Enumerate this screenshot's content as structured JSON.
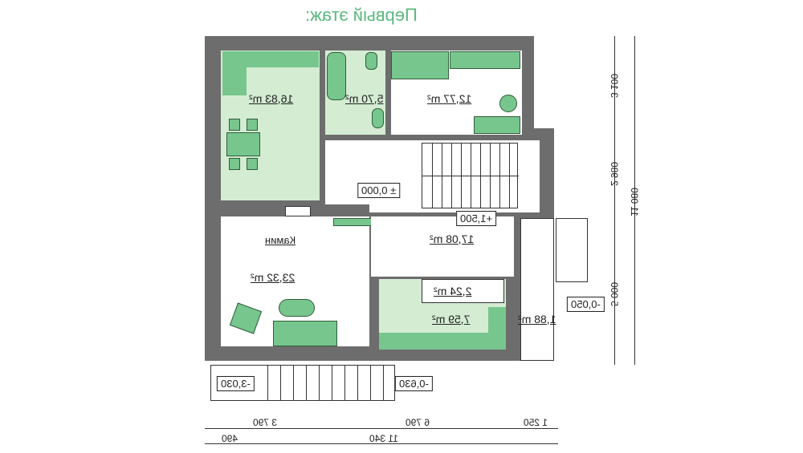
{
  "title": "Первый этаж:",
  "rooms": {
    "kitchen": "16,83 m²",
    "bathroom": "5,70 m²",
    "bedroom": "12,77 m²",
    "living": "23,32 m²",
    "hall": "17,08 m²",
    "closet": "2,24 m²",
    "utility": "7,59 m²",
    "porch": "1,88 m²"
  },
  "fireplace_label": "Камин",
  "levels": {
    "ground": "± 0,000",
    "landing": "+1,500",
    "porch": "-0,050",
    "basement": "-3,030",
    "entry": "-0,630"
  },
  "dims_bottom": {
    "a": "3 790",
    "b": "6 790",
    "c": "1 250",
    "d": "490",
    "total": "11 340"
  },
  "dims_right": {
    "a": "3 100",
    "b": "2 980",
    "c": "5 000",
    "total": "11 080"
  }
}
